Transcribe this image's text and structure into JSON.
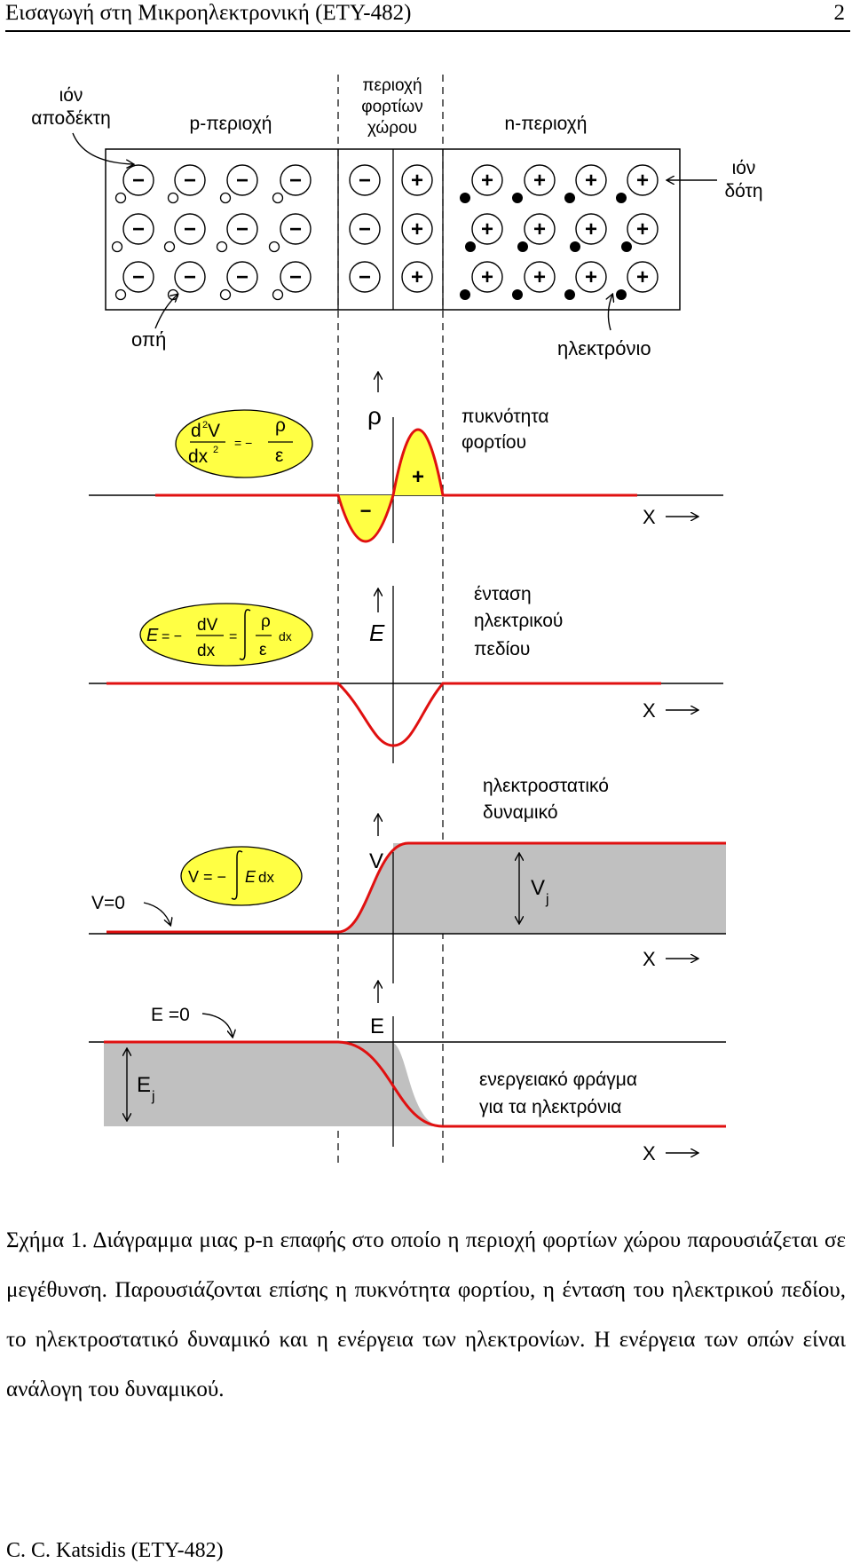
{
  "header": {
    "title": "Εισαγωγή στη Μικροηλεκτρονική (ΕΤΥ-482)",
    "page_number": "2"
  },
  "figure": {
    "labels": {
      "acceptor_ion": [
        "ιόν",
        "αποδέκτη"
      ],
      "p_region": "p-περιοχή",
      "space_charge_region": [
        "περιοχή",
        "φορτίων",
        "χώρου"
      ],
      "n_region": "n-περιοχή",
      "donor_ion": [
        "ιόν",
        "δότη"
      ],
      "hole": "οπή",
      "electron": "ηλεκτρόνιο"
    },
    "panels": {
      "charge_density": {
        "axis": "ρ",
        "title": [
          "πυκνότητα",
          "φορτίου"
        ],
        "x_axis": "X",
        "minus": "−",
        "plus": "+"
      },
      "electric_field": {
        "axis": "E",
        "title": [
          "ένταση",
          "ηλεκτρικού",
          "πεδίου"
        ],
        "x_axis": "X"
      },
      "potential": {
        "axis": "V",
        "title": [
          "ηλεκτροστατικό",
          "δυναμικό"
        ],
        "x_axis": "X",
        "zero_label": "V=0",
        "junction_label": "V",
        "junction_sub": "j"
      },
      "energy": {
        "axis": "E",
        "title": [
          "ενεργειακό φράγμα",
          "για τα ηλεκτρόνια"
        ],
        "x_axis": "X",
        "zero_label": "E =0",
        "junction_label": "E",
        "junction_sub": "j"
      }
    },
    "ion_symbols": {
      "acceptor": "−",
      "donor": "+"
    },
    "colors": {
      "curve": "#e01010",
      "highlight": "#ffff44",
      "shading": "#c0c0c0"
    }
  },
  "caption": "Σχήμα 1. Διάγραμμα μιας p-n επαφής στο οποίο η περιοχή φορτίων χώρου παρουσιάζεται σε μεγέθυνση. Παρουσιάζονται επίσης η πυκνότητα φορτίου, η ένταση του ηλεκτρικού πεδίου, το ηλεκτροστατικό δυναμικό και η ενέργεια των ηλεκτρονίων. Η ενέργεια των οπών είναι ανάλογη του δυναμικού.",
  "footer": "C. C. Katsidis (ETY-482)"
}
